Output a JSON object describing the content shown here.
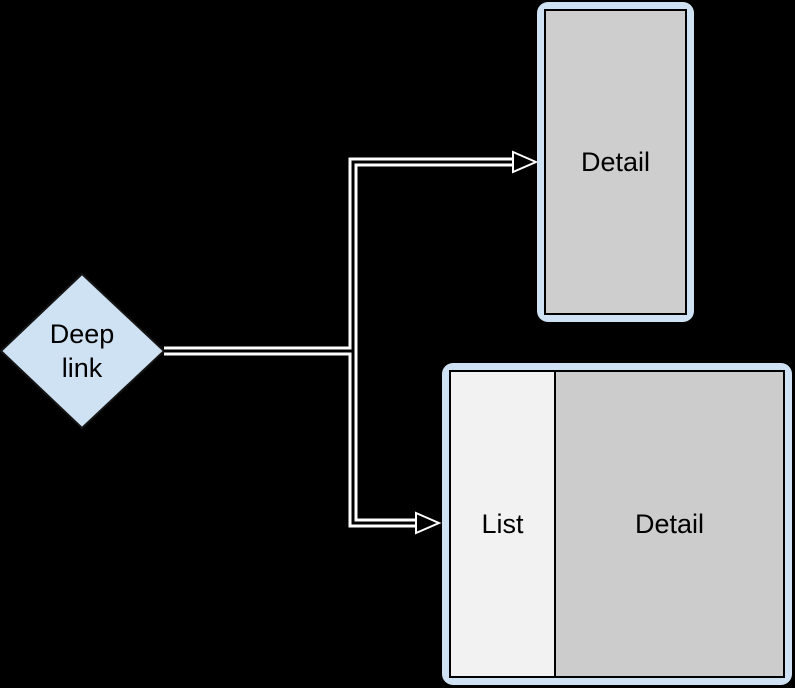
{
  "diagram": {
    "background": "#000000",
    "colors": {
      "node_fill": "#cfe2f3",
      "pane_frame": "#000000",
      "detail_pane_fill": "#cecece",
      "list_pane_fill": "#f2f2f2",
      "connector_core": "#000000",
      "connector_casing": "#ffffff",
      "text": "#000000"
    },
    "deep_link": {
      "label": "Deep link",
      "lines": [
        "Deep",
        "link"
      ]
    },
    "top_pane": {
      "label": "Detail"
    },
    "bottom_pane": {
      "list_label": "List",
      "detail_label": "Detail"
    }
  }
}
